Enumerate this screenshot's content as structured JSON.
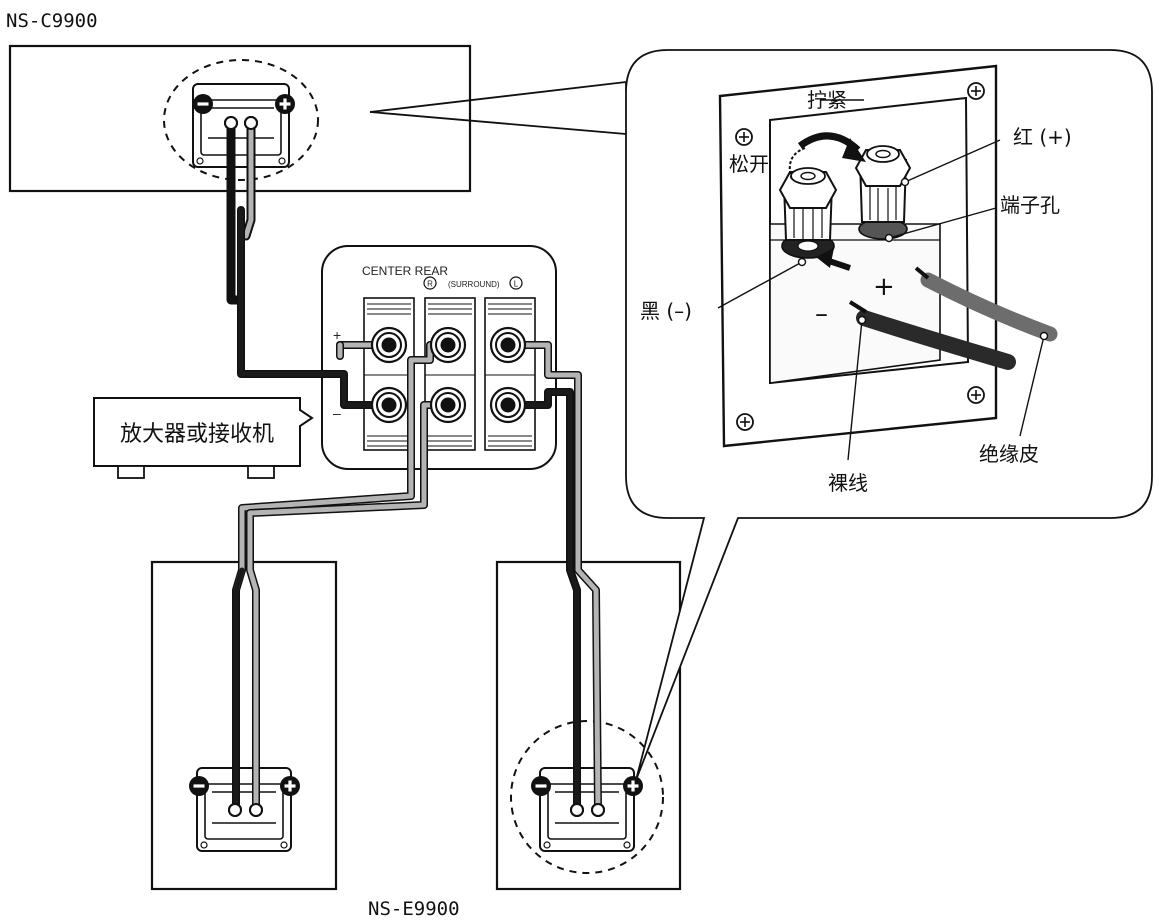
{
  "models": {
    "center_speaker": "NS-C9900",
    "rear_speakers": "NS-E9900"
  },
  "amplifier": {
    "label": "放大器或接收机"
  },
  "terminal_panel": {
    "title": "CENTER REAR",
    "surround": "(SURROUND)",
    "right_marker": "R",
    "left_marker": "L",
    "plus": "+",
    "minus": "–"
  },
  "detail": {
    "tighten": "拧紧",
    "loosen": "松开",
    "red_plus": "红 (+)",
    "terminal_hole": "端子孔",
    "black_minus": "黑 (–)",
    "bare_wire": "裸线",
    "insulation": "绝缘皮",
    "plus": "+",
    "minus": "–"
  },
  "colors": {
    "line": "#111111",
    "wire_black": "#1a1a1a",
    "wire_grey": "#b4b4b4",
    "detail_cable_dark": "#2a2a2a",
    "detail_cable_grey": "#6d6d6d"
  }
}
